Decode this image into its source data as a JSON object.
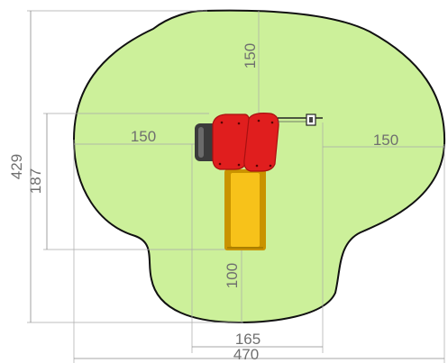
{
  "drawing": {
    "type": "playground equipment safety zone plan",
    "units": "cm",
    "colors": {
      "safety_zone_fill": "#ccf09a",
      "safety_zone_outline": "#111111",
      "roof_red": "#e01e1e",
      "roof_red_dark": "#a81010",
      "slide_yellow": "#f7c21a",
      "slide_rail": "#c99300",
      "dimension_gray": "#6f6f6f"
    },
    "dimensions": {
      "overall_height": "429",
      "equipment_height": "187",
      "left_clearance": "150",
      "top_clearance": "150",
      "right_clearance": "150",
      "bottom_clearance": "100",
      "equipment_width": "165",
      "overall_width": "470"
    }
  }
}
